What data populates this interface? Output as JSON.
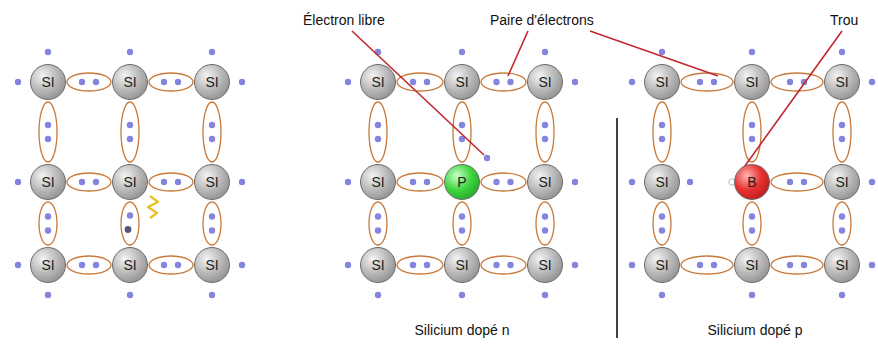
{
  "diagram": {
    "nodes": [
      {
        "text": [
          "SI"
        ]
      },
      {
        "text": [
          "SI"
        ]
      },
      {
        "text": [
          "SI"
        ]
      },
      {
        "text": [
          "SI"
        ]
      },
      {
        "text": [
          "SI"
        ]
      },
      {
        "text": [
          "SI"
        ]
      },
      {
        "text": [
          "SI"
        ]
      },
      {
        "text": [
          "SI"
        ]
      },
      {
        "text": [
          "SI"
        ]
      },
      {
        "text": [
          "SI"
        ]
      },
      {
        "text": [
          "SI"
        ]
      },
      {
        "text": [
          "SI"
        ]
      },
      {
        "text": [
          "SI"
        ]
      },
      {
        "text": [
          "P"
        ]
      },
      {
        "text": [
          "SI"
        ]
      },
      {
        "text": [
          "SI"
        ]
      },
      {
        "text": [
          "SI"
        ]
      },
      {
        "text": [
          "SI"
        ]
      },
      {
        "text": [
          "SI"
        ]
      },
      {
        "text": [
          "SI"
        ]
      },
      {
        "text": [
          "SI"
        ]
      },
      {
        "text": [
          "SI"
        ]
      },
      {
        "text": [
          "B"
        ]
      },
      {
        "text": [
          "SI"
        ]
      },
      {
        "text": [
          "SI"
        ]
      },
      {
        "text": [
          "SI"
        ]
      },
      {
        "text": [
          "SI"
        ]
      }
    ],
    "labels": [
      "Électron libre",
      "Paire d'électrons",
      "Trou",
      "Silicium dopé n",
      "Silicium dopé p"
    ]
  }
}
